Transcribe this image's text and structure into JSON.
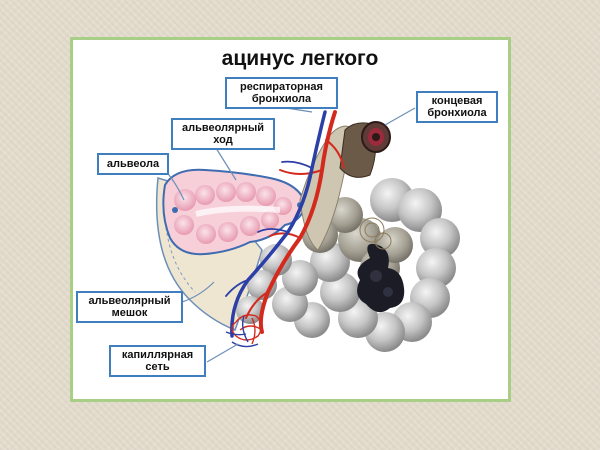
{
  "title": "ацинус легкого",
  "labels": {
    "respiratory_bronchiole": "респираторная\nбронхиола",
    "terminal_bronchiole": "концевая\nбронхиола",
    "alveolar_duct": "альвеолярный\nход",
    "alveolus": "альвеола",
    "alveolar_sac": "альвеолярный\nмешок",
    "capillary_network": "капиллярная\nсеть"
  },
  "colors": {
    "label_border": "#3f7fbf",
    "frame": "#a9cf86",
    "artery": "#d42a1e",
    "vein": "#2b3fa6",
    "lung_tissue": "#9c9c9c",
    "alveolus_fill": "#f2bcc8"
  }
}
